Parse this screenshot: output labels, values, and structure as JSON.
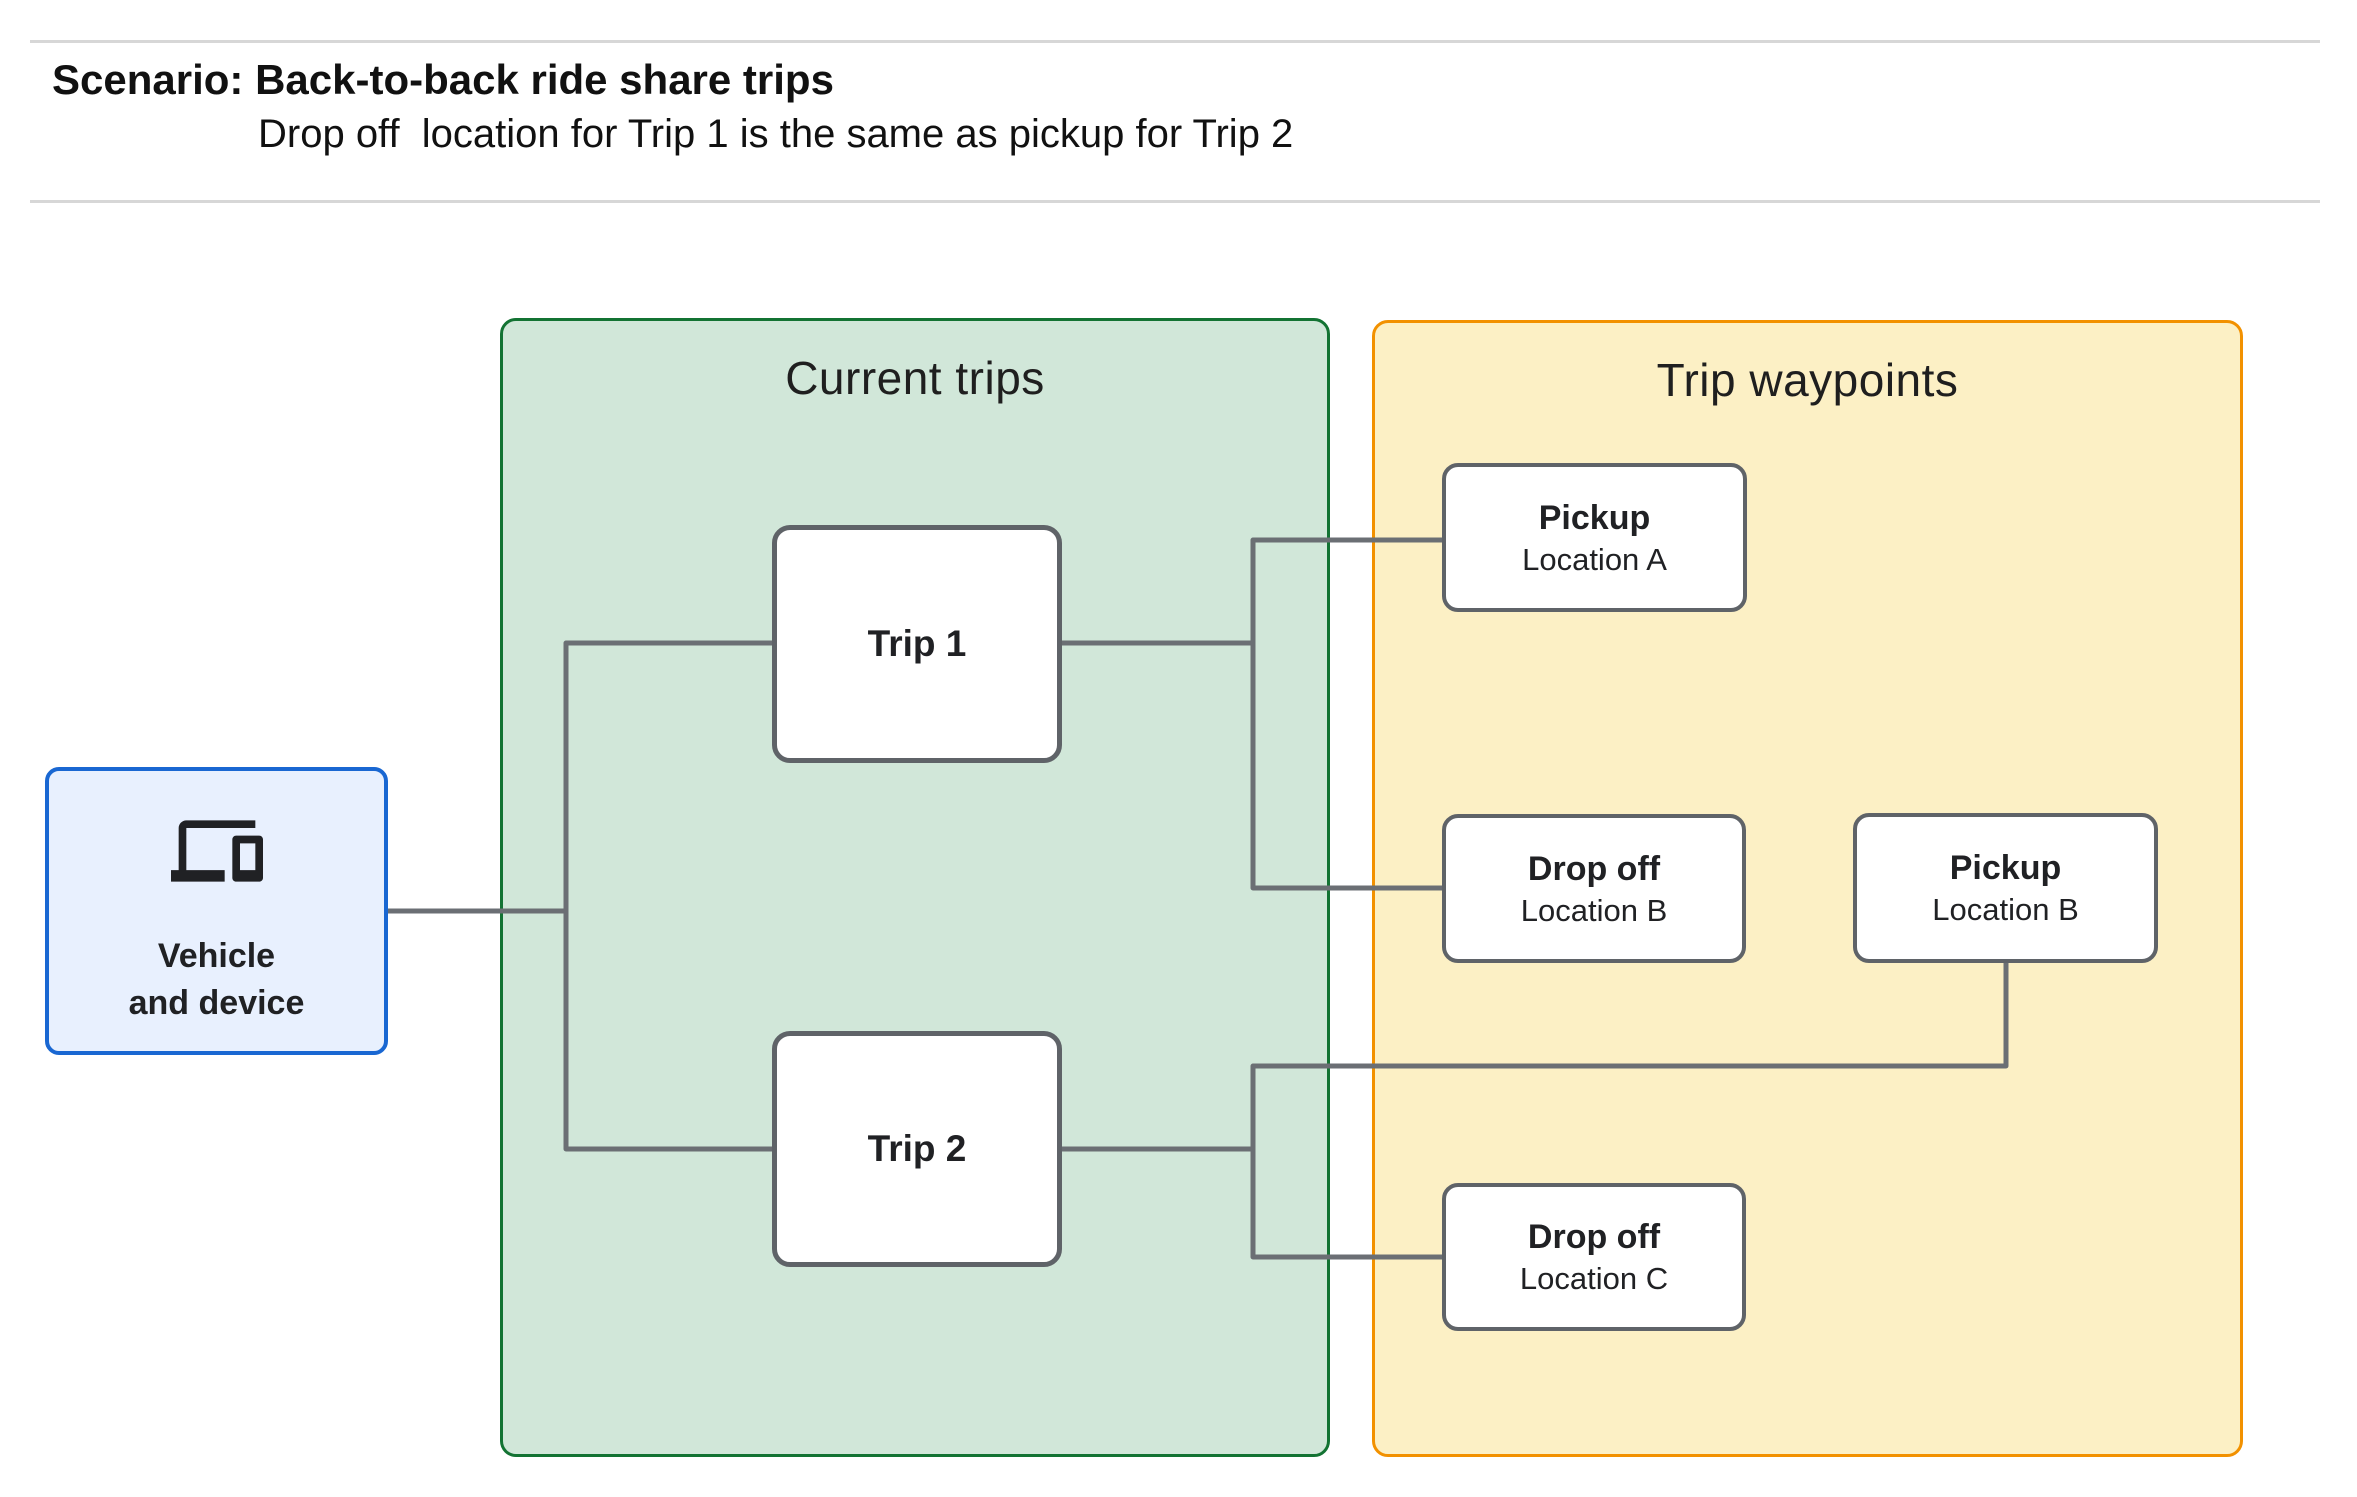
{
  "header": {
    "title": "Scenario: Back-to-back ride share trips",
    "subtitle": "Drop off  location for Trip 1 is the same as pickup for Trip 2"
  },
  "vehicle": {
    "icon": "devices-laptop-and-phone-icon",
    "label": "Vehicle\nand device"
  },
  "groups": {
    "current": {
      "title": "Current trips"
    },
    "waypoints": {
      "title": "Trip waypoints"
    }
  },
  "trips": [
    {
      "label": "Trip 1"
    },
    {
      "label": "Trip 2"
    }
  ],
  "waypoints": [
    {
      "title": "Pickup",
      "subtitle": "Location A"
    },
    {
      "title": "Drop off",
      "subtitle": "Location B"
    },
    {
      "title": "Pickup",
      "subtitle": "Location B"
    },
    {
      "title": "Drop off",
      "subtitle": "Location C"
    }
  ],
  "palette": {
    "vehicle_fill": "#e8f0fe",
    "vehicle_border": "#1967d2",
    "current_fill": "#d1e7d9",
    "current_border": "#137333",
    "waypoints_fill": "#fcf0c5",
    "waypoints_border": "#f29100",
    "node_border": "#5f6368",
    "connector": "#6b6f74",
    "text": "#202124",
    "divider": "#d7d7d7"
  }
}
